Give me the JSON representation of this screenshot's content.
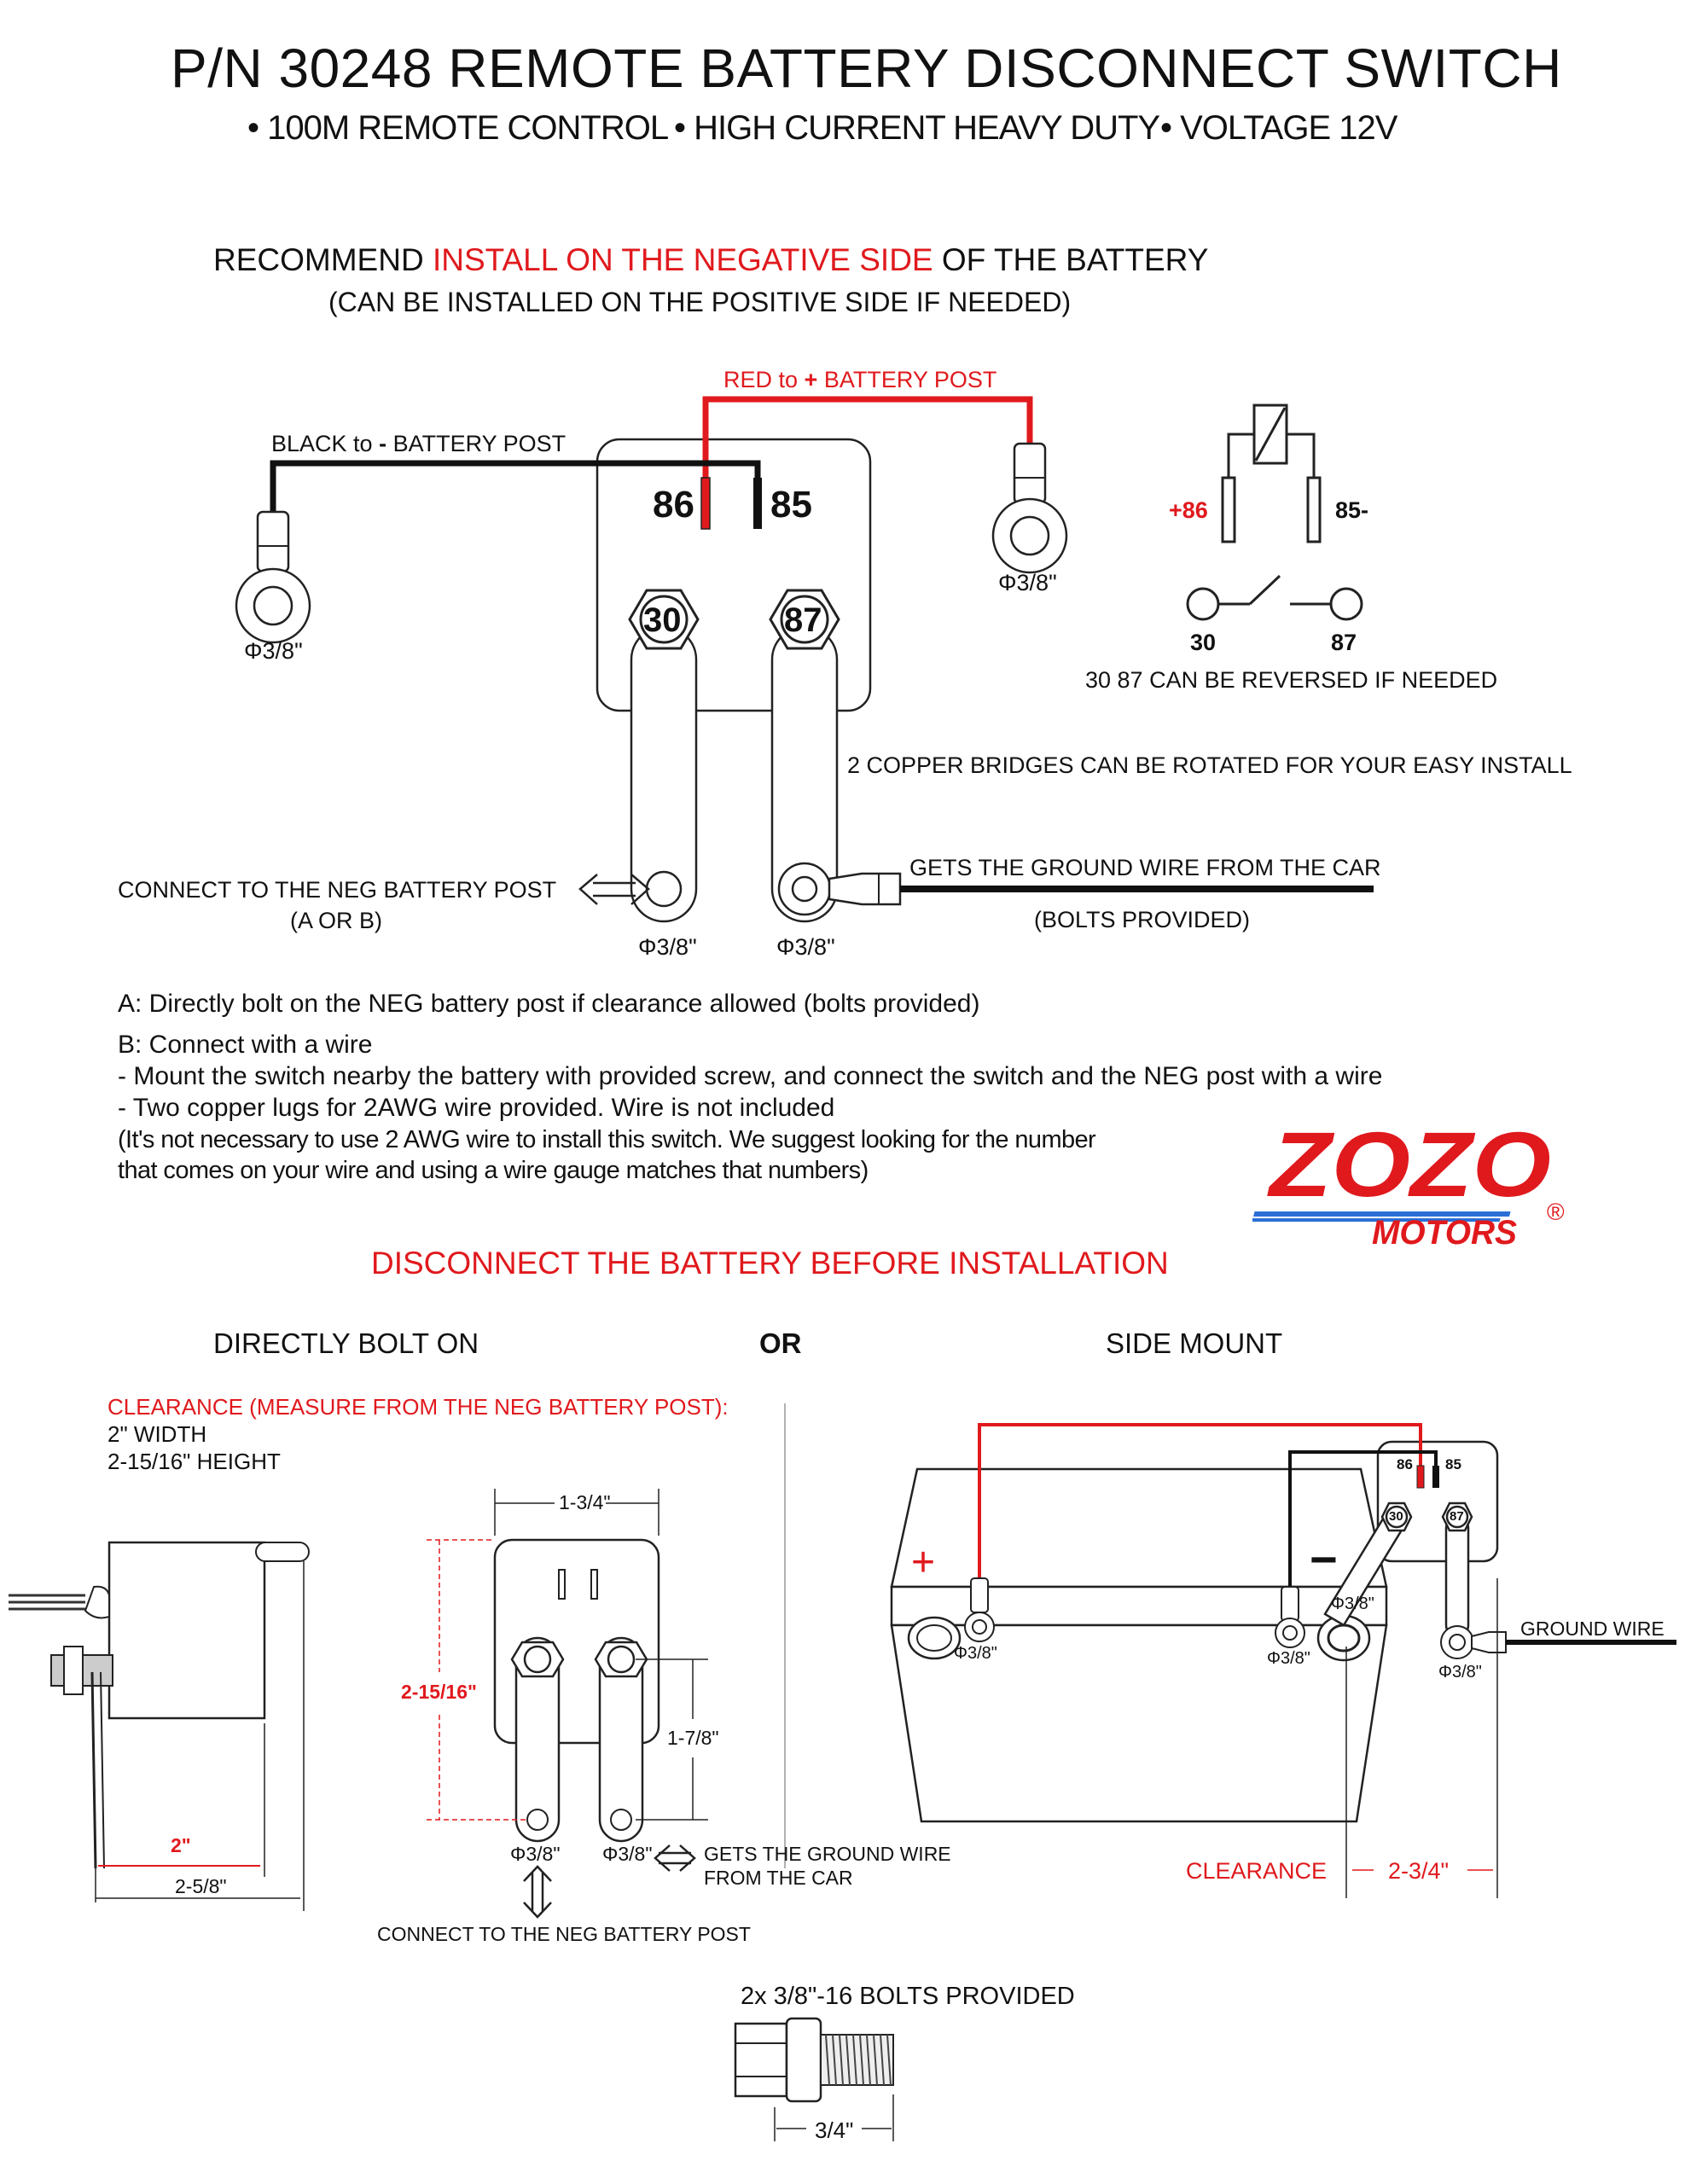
{
  "header": {
    "title": "P/N 30248 REMOTE BATTERY DISCONNECT SWITCH",
    "features": [
      "• 100M REMOTE CONTROL",
      "• HIGH CURRENT HEAVY DUTY",
      "• VOLTAGE 12V"
    ]
  },
  "recommend": {
    "prefix": "RECOMMEND ",
    "highlight": "INSTALL ON THE NEGATIVE SIDE",
    "suffix": " OF THE BATTERY",
    "note": "(CAN BE INSTALLED ON THE POSITIVE SIDE IF NEEDED)"
  },
  "wiring": {
    "red_label_pre": "RED to ",
    "red_label_plus": "+",
    "red_label_post": " BATTERY POST",
    "black_label_pre": "BLACK to ",
    "black_label_minus": "-",
    "black_label_post": " BATTERY POST",
    "terminal_86": "86",
    "terminal_85": "85",
    "terminal_30": "30",
    "terminal_87": "87",
    "ring_size": "Φ3/8\""
  },
  "schematic": {
    "plus86": "+86",
    "minus85": "85-",
    "label30": "30",
    "label87": "87",
    "reversible_note": "30 87 CAN BE REVERSED IF NEEDED"
  },
  "notes": {
    "bridges": "2 COPPER BRIDGES CAN BE ROTATED FOR YOUR EASY INSTALL",
    "connect_neg_line1": "CONNECT TO THE NEG BATTERY POST",
    "connect_neg_line2": "(A OR B)",
    "ground_line1": "GETS THE GROUND WIRE FROM THE CAR",
    "ground_line2": "(BOLTS PROVIDED)"
  },
  "instructions": [
    "A: Directly bolt on the NEG battery post if clearance allowed (bolts provided)",
    "B: Connect with a wire",
    "- Mount the switch nearby the battery with provided screw, and connect the switch and the NEG post with a wire",
    "- Two copper lugs for 2AWG wire provided. Wire is not included",
    " (It's not necessary to use 2 AWG wire to install this switch. We suggest looking for the number",
    "that comes on your wire and using a wire gauge matches that numbers)"
  ],
  "logo": {
    "brand": "ZOZO",
    "sub": "MOTORS",
    "reg": "®"
  },
  "warning": "DISCONNECT THE BATTERY BEFORE INSTALLATION",
  "sections": {
    "bolt_on": "DIRECTLY BOLT ON",
    "or": "OR",
    "side_mount": "SIDE MOUNT"
  },
  "clearance": {
    "heading": "CLEARANCE (MEASURE FROM THE NEG BATTERY POST):",
    "width": "2\" WIDTH",
    "height": "2-15/16\" HEIGHT"
  },
  "dimensions": {
    "side_two": "2\"",
    "side_total": "2-5/8\"",
    "top_width": "1-3/4\"",
    "height": "2-15/16\"",
    "bridge_len": "1-7/8\"",
    "hole_left": "Φ3/8\"",
    "hole_right": "Φ3/8\"",
    "ground_line1": "GETS THE GROUND WIRE",
    "ground_line2": "FROM THE CAR",
    "connect_neg": "CONNECT TO THE NEG BATTERY POST"
  },
  "side_mount": {
    "plus": "+",
    "minus": "−",
    "t86": "86",
    "t85": "85",
    "t30": "30",
    "t87": "87",
    "ring1": "Φ3/8\"",
    "ring2": "Φ3/8\"",
    "ring3": "Φ3/8\"",
    "ring4": "Φ3/8\"",
    "ground_wire": "GROUND WIRE",
    "clearance": "CLEARANCE",
    "clearance_value": "2-3/4\""
  },
  "bolts": {
    "label": "2x 3/8\"-16 BOLTS PROVIDED",
    "length": "3/4\""
  },
  "colors": {
    "red": "#e0191d",
    "blue": "#2a6fd6",
    "black": "#111111"
  }
}
